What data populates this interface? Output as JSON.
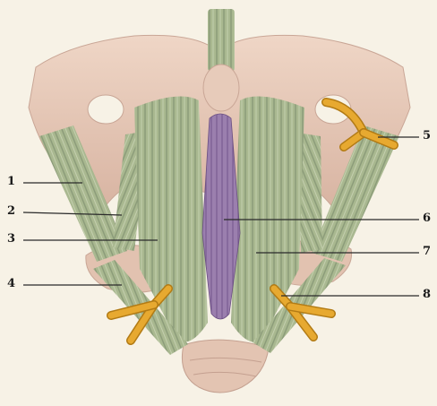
{
  "colors": {
    "background": "#f7f2e6",
    "bone": "#e6c9b8",
    "bone_shadow": "#c9a696",
    "muscle": "#a9b890",
    "muscle_stripe": "#7f9070",
    "center_muscle": "#9b7fae",
    "center_stripe": "#7a5c92",
    "nerve": "#e7a930",
    "nerve_edge": "#b27b15",
    "leader_line": "#2a2a2a"
  },
  "labels": [
    {
      "id": "1",
      "text": "1"
    },
    {
      "id": "2",
      "text": "2"
    },
    {
      "id": "3",
      "text": "3"
    },
    {
      "id": "4",
      "text": "4"
    },
    {
      "id": "5",
      "text": "5"
    },
    {
      "id": "6",
      "text": "6"
    },
    {
      "id": "7",
      "text": "7"
    },
    {
      "id": "8",
      "text": "8"
    }
  ]
}
